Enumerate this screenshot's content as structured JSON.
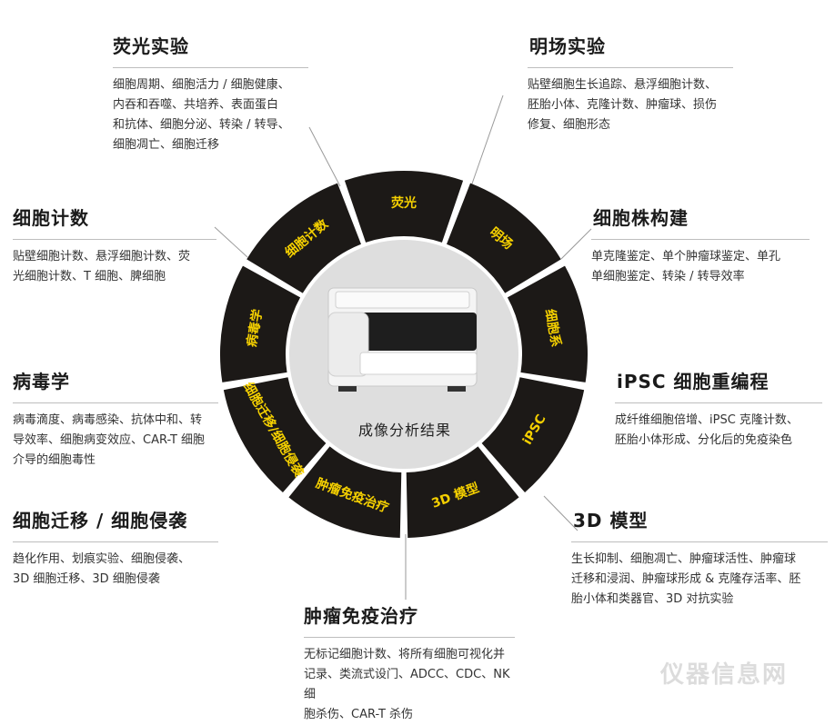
{
  "center": {
    "title": "成像分析结果"
  },
  "segments": [
    {
      "key": "fluorescence",
      "label": "荧光"
    },
    {
      "key": "brightfield",
      "label": "明场"
    },
    {
      "key": "cellline",
      "label": "细胞系"
    },
    {
      "key": "ipsc",
      "label": "iPSC"
    },
    {
      "key": "model3d",
      "label": "3D 模型"
    },
    {
      "key": "immuno",
      "label": "肿瘤免疫治疗"
    },
    {
      "key": "migration",
      "label": "细胞迁移/细胞侵袭"
    },
    {
      "key": "virology",
      "label": "病毒学"
    },
    {
      "key": "counting",
      "label": "细胞计数"
    }
  ],
  "blocks": {
    "fluorescence": {
      "title": "荧光实验",
      "lines": [
        "细胞周期、细胞活力 / 细胞健康、",
        "内吞和吞噬、共培养、表面蛋白",
        "和抗体、细胞分泌、转染 / 转导、",
        "细胞凋亡、细胞迁移"
      ]
    },
    "brightfield": {
      "title": "明场实验",
      "lines": [
        "贴壁细胞生长追踪、悬浮细胞计数、",
        "胚胎小体、克隆计数、肿瘤球、损伤",
        "修复、细胞形态"
      ]
    },
    "counting": {
      "title": "细胞计数",
      "lines": [
        "贴壁细胞计数、悬浮细胞计数、荧",
        "光细胞计数、T 细胞、脾细胞"
      ]
    },
    "cellline": {
      "title": "细胞株构建",
      "lines": [
        "单克隆鉴定、单个肿瘤球鉴定、单孔",
        "单细胞鉴定、转染 / 转导效率"
      ]
    },
    "virology": {
      "title": "病毒学",
      "lines": [
        "病毒滴度、病毒感染、抗体中和、转",
        "导效率、细胞病变效应、CAR-T 细胞",
        "介导的细胞毒性"
      ]
    },
    "ipsc": {
      "title": "iPSC 细胞重编程",
      "lines": [
        "成纤维细胞倍增、iPSC 克隆计数、",
        "胚胎小体形成、分化后的免疫染色"
      ]
    },
    "migration": {
      "title": "细胞迁移 / 细胞侵袭",
      "lines": [
        "趋化作用、划痕实验、细胞侵袭、",
        "3D 细胞迁移、3D 细胞侵袭"
      ]
    },
    "model3d": {
      "title": "3D 模型",
      "lines": [
        "生长抑制、细胞凋亡、肿瘤球活性、肿瘤球",
        "迁移和浸润、肿瘤球形成 & 克隆存活率、胚",
        "胎小体和类器官、3D 对抗实验"
      ]
    },
    "immuno": {
      "title": "肿瘤免疫治疗",
      "lines": [
        "无标记细胞计数、将所有细胞可视化并",
        "记录、类流式设门、ADCC、CDC、NK 细",
        "胞杀伤、CAR-T 杀伤"
      ]
    }
  },
  "colors": {
    "ring": "#1c1917",
    "label": "#f5d000",
    "inner": "#dcdcdc"
  },
  "watermark": "仪器信息网"
}
